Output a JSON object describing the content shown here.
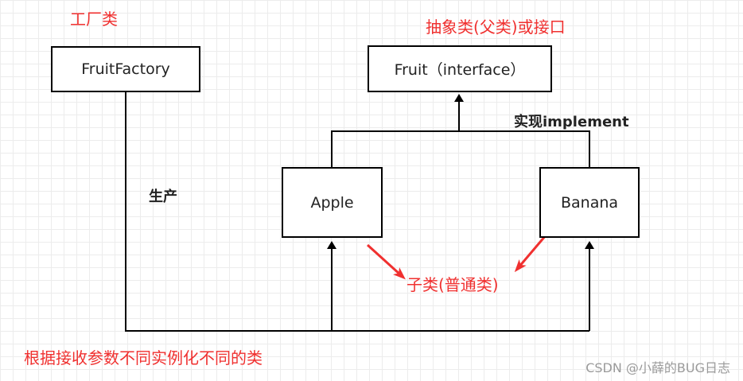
{
  "labels": {
    "factory_title": "工厂类",
    "parent_title": "抽象类(父类)或接口",
    "implement": "实现implement",
    "produce": "生产",
    "subclass": "子类(普通类)",
    "factory_desc": "根据接收参数不同实例化不同的类"
  },
  "boxes": {
    "fruit_factory": "FruitFactory",
    "fruit_interface": "Fruit（interface）",
    "apple": "Apple",
    "banana": "Banana"
  },
  "watermark": "CSDN @小薛的BUG日志",
  "colors": {
    "accent_red": "#f0302f",
    "line": "#000000",
    "grid": "#ececec"
  }
}
